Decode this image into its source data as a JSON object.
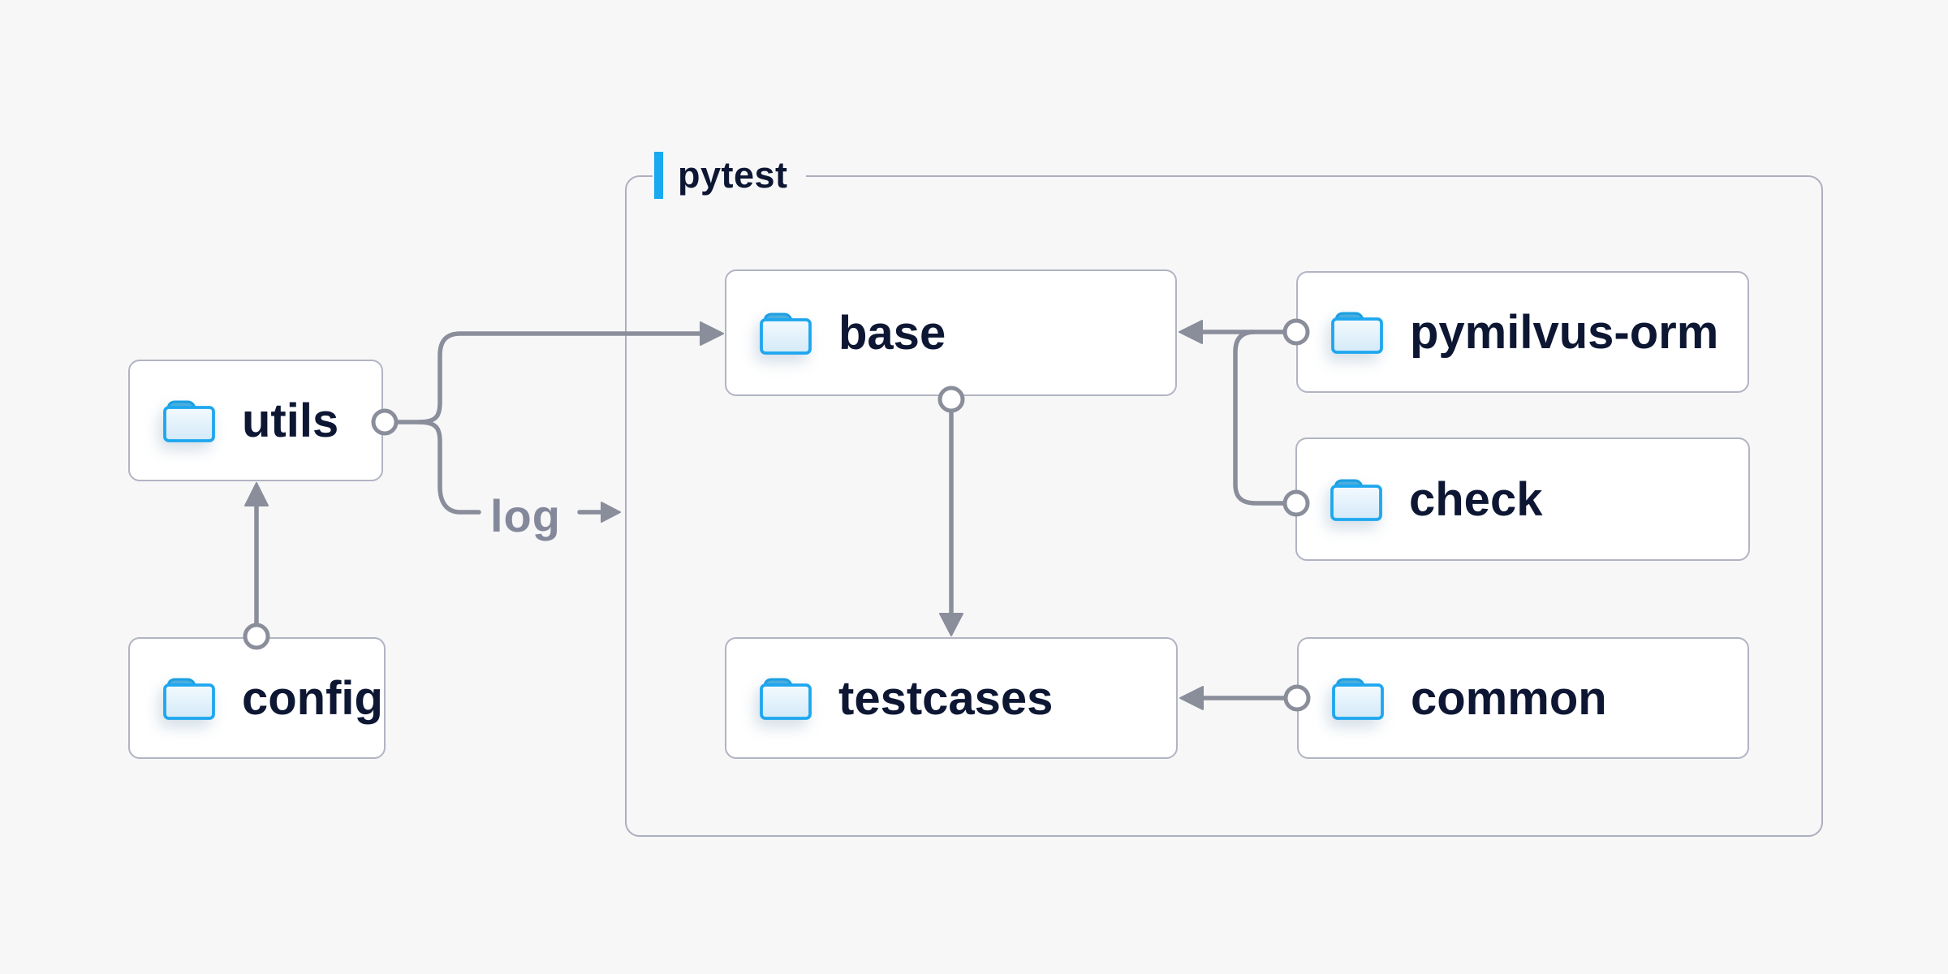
{
  "group": {
    "label": "pytest"
  },
  "nodes": {
    "utils": {
      "label": "utils"
    },
    "config": {
      "label": "config"
    },
    "base": {
      "label": "base"
    },
    "pymilvus_orm": {
      "label": "pymilvus-orm"
    },
    "check": {
      "label": "check"
    },
    "testcases": {
      "label": "testcases"
    },
    "common": {
      "label": "common"
    }
  },
  "edges": {
    "log_label": "log",
    "list": [
      {
        "from": "config",
        "to": "utils",
        "style": "arrow-into-utils-bottom"
      },
      {
        "from": "utils",
        "to": "base",
        "style": "arrow-into-base-left"
      },
      {
        "from": "utils",
        "to": "log",
        "style": "labeled-stub-arrow"
      },
      {
        "from": "pymilvus-orm",
        "to": "base",
        "style": "arrow-into-base-right"
      },
      {
        "from": "check",
        "to": "base",
        "style": "merge-into-pymilvus-line"
      },
      {
        "from": "base",
        "to": "testcases",
        "style": "arrow-into-testcases-top"
      },
      {
        "from": "common",
        "to": "testcases",
        "style": "arrow-into-testcases-right"
      }
    ]
  },
  "colors": {
    "background": "#f7f7f8",
    "box_border": "#b1b4c2",
    "group_border": "#adafbd",
    "connector": "#8a8e9b",
    "text_navy": "#0d1733",
    "accent_blue": "#18a9f1",
    "log_gray": "#84889b",
    "folder_outline": "#1ea7ef",
    "folder_tab": "#4badde",
    "folder_fill_top": "#f3fafe",
    "folder_fill_bottom": "#d3e9f8"
  }
}
